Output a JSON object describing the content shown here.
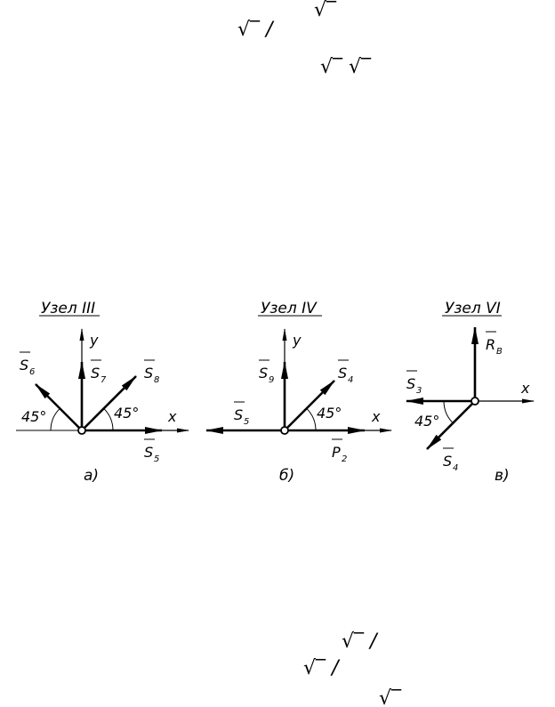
{
  "radicals": {
    "top": [
      "√‾ /",
      "√‾",
      "√‾  √‾"
    ],
    "bottom": [
      "√‾ /",
      "√‾ /",
      "√‾"
    ]
  },
  "nodes": [
    {
      "title": "Узел III",
      "caption": "а)",
      "angle_left": "45°",
      "angle_right": "45°",
      "axis_x": "x",
      "axis_y": "y",
      "forces": {
        "s6": {
          "main": "S",
          "sub": "6"
        },
        "s7": {
          "main": "S",
          "sub": "7"
        },
        "s8": {
          "main": "S",
          "sub": "8"
        },
        "s5": {
          "main": "S",
          "sub": "5"
        }
      }
    },
    {
      "title": "Узел IV",
      "caption": "б)",
      "angle_right": "45°",
      "axis_x": "x",
      "axis_y": "y",
      "forces": {
        "s9": {
          "main": "S",
          "sub": "9"
        },
        "s4": {
          "main": "S",
          "sub": "4"
        },
        "s5": {
          "main": "S",
          "sub": "5"
        },
        "p2": {
          "main": "P",
          "sub": "2"
        }
      }
    },
    {
      "title": "Узел VI",
      "caption": "в)",
      "angle_left": "45°",
      "axis_x": "x",
      "forces": {
        "rb": {
          "main": "R",
          "sub": "B"
        },
        "s3": {
          "main": "S",
          "sub": "3"
        },
        "s4": {
          "main": "S",
          "sub": "4"
        }
      }
    }
  ]
}
